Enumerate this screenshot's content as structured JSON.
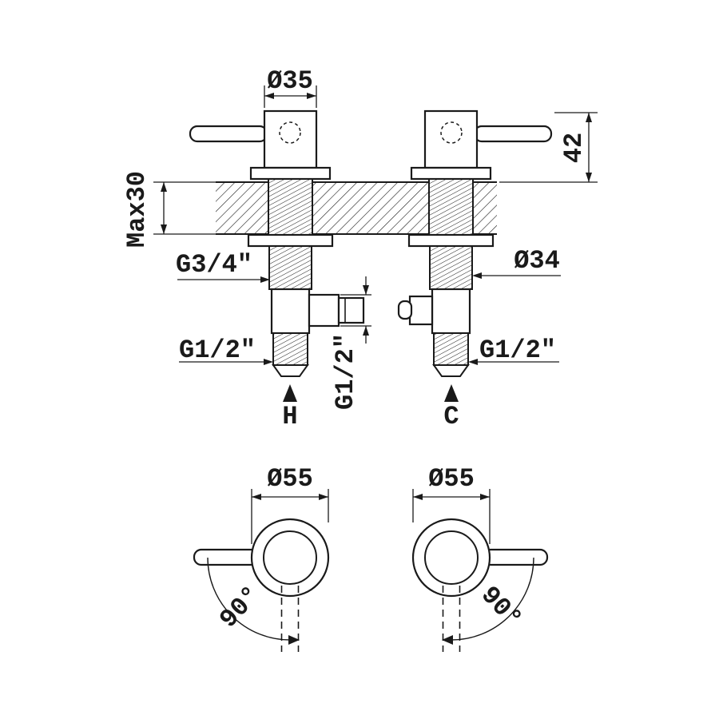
{
  "colors": {
    "line": "#1a1a1a",
    "background": "#ffffff"
  },
  "front_view": {
    "dim_handle_width": "Ø35",
    "dim_height_right": "42",
    "dim_wall_depth": "Max30",
    "thread_wall_left": "G3/4\"",
    "dim_dia_right": "Ø34",
    "thread_bottom_left": "G1/2\"",
    "thread_outlet_mid": "G1/2\"",
    "thread_bottom_right": "G1/2\"",
    "hot_label": "H",
    "cold_label": "C"
  },
  "top_view": {
    "dim_dia_left": "Ø55",
    "dim_dia_right": "Ø55",
    "rotation_left": "90°",
    "rotation_right": "90°"
  }
}
